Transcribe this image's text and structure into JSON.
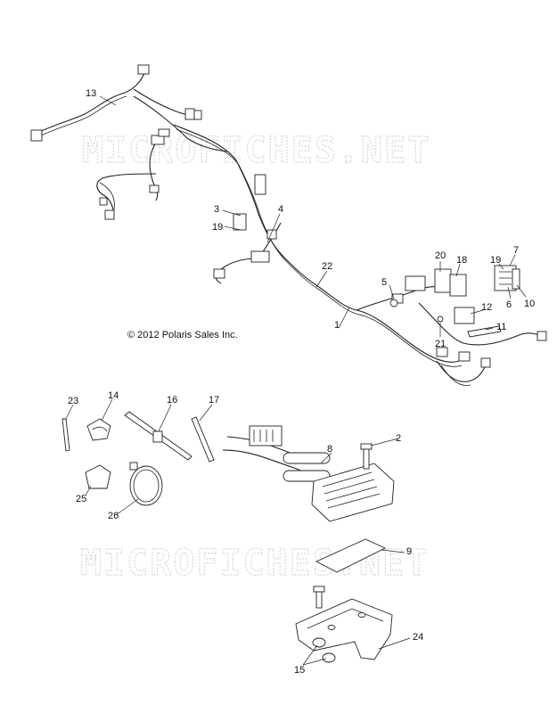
{
  "watermark": "MICROFICHES.NET",
  "copyright": "© 2012 Polaris Sales Inc.",
  "callouts": {
    "c1": "1",
    "c2": "2",
    "c3": "3",
    "c4": "4",
    "c5": "5",
    "c6": "6",
    "c7": "7",
    "c8": "8",
    "c9": "9",
    "c10": "10",
    "c11": "11",
    "c12": "12",
    "c13": "13",
    "c14": "14",
    "c15": "15",
    "c16": "16",
    "c17": "17",
    "c18": "18",
    "c19a": "19",
    "c19b": "19",
    "c20": "20",
    "c21": "21",
    "c22": "22",
    "c23": "23",
    "c24": "24",
    "c25": "25",
    "c26": "26"
  }
}
